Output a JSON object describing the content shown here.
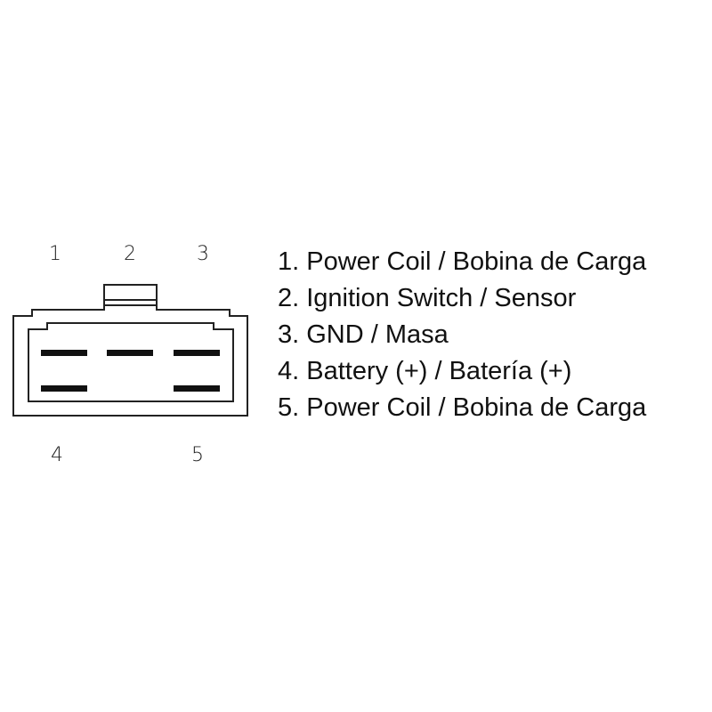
{
  "pin_numbers": {
    "p1": "1",
    "p2": "2",
    "p3": "3",
    "p4": "4",
    "p5": "5"
  },
  "legend": [
    "1. Power Coil / Bobina de Carga",
    "2. Ignition Switch / Sensor",
    "3. GND / Masa",
    "4. Battery (+) / Batería (+)",
    "5. Power Coil / Bobina de Carga"
  ]
}
